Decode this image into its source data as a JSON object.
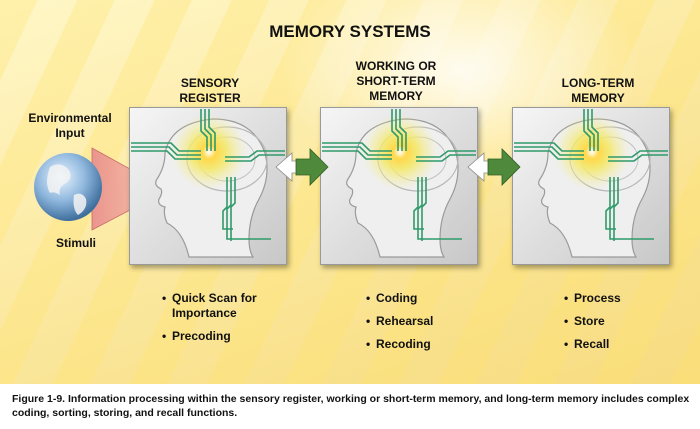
{
  "title": "MEMORY SYSTEMS",
  "input": {
    "environmental": "Environmental\nInput",
    "stimuli": "Stimuli"
  },
  "stages": [
    {
      "label": "SENSORY\nREGISTER",
      "bullets": [
        "Quick Scan for Importance",
        "Precoding"
      ]
    },
    {
      "label": "WORKING OR\nSHORT-TERM\nMEMORY",
      "bullets": [
        "Coding",
        "Rehearsal",
        "Recoding"
      ]
    },
    {
      "label": "LONG-TERM\nMEMORY",
      "bullets": [
        "Process",
        "Store",
        "Recall"
      ]
    }
  ],
  "caption": "Figure 1-9. Information processing within the sensory register, working or short-term memory, and long-term memory includes complex coding, sorting, storing, and recall functions.",
  "colors": {
    "arrow": "#4f8a3c",
    "arrow_light": "#ffffff",
    "circuit": "#2f9a6a",
    "glow": "#f9d21c"
  },
  "icons": [
    "globe-icon",
    "head-profile-icon",
    "circuit-icon",
    "double-arrow-icon"
  ]
}
